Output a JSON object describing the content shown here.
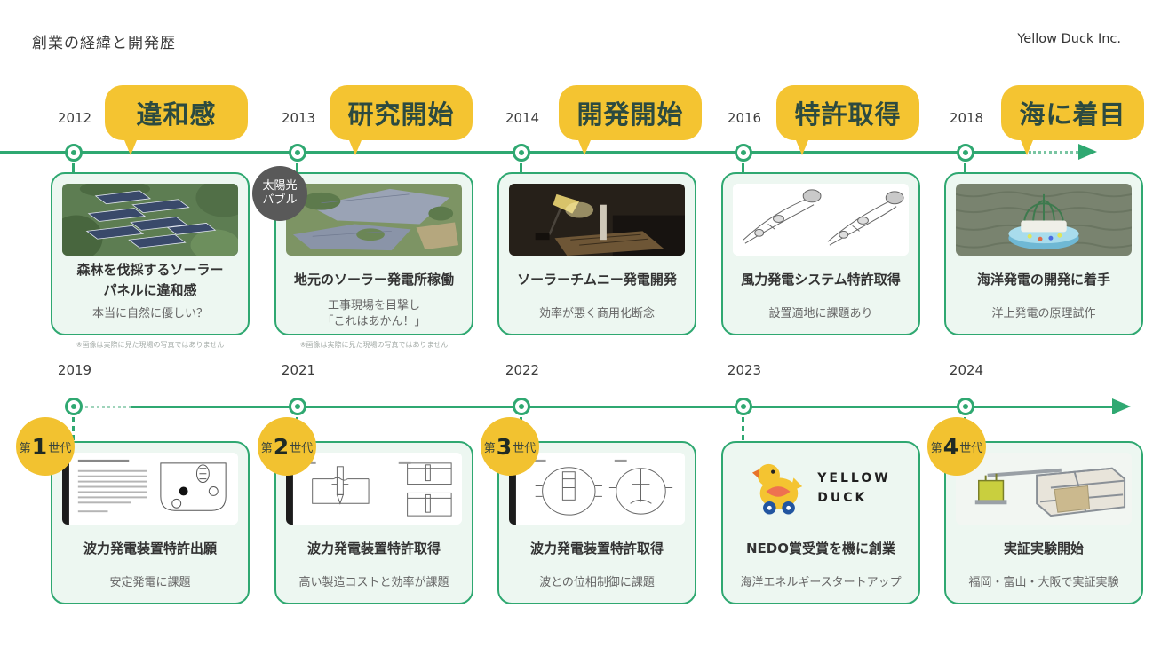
{
  "slide": {
    "title": "創業の経緯と開発歴",
    "company": "Yellow Duck Inc."
  },
  "colors": {
    "accent_green": "#2fa871",
    "card_mint": "#edf7f1",
    "bubble_yellow": "#f4c431",
    "bubble_text": "#2c4a40",
    "badge_gray": "#595959",
    "title_text": "#333333",
    "subtitle_text": "#666666"
  },
  "top_row": {
    "events": [
      {
        "year": "2012",
        "bubble": "違和感",
        "image": "forest-solar-photo",
        "title": "森林を伐採するソーラー\nパネルに違和感",
        "subtitle": "本当に自然に優しい？",
        "note": "※画像は実際に見た現場の写真ではありません"
      },
      {
        "year": "2013",
        "bubble": "研究開始",
        "image": "aerial-solar-photo",
        "badge_line1": "太陽光",
        "badge_line2": "バブル",
        "title": "地元のソーラー発電所稼働",
        "subtitle": "工事現場を目撃し\n「これはあかん！」",
        "note": "※画像は実際に見た現場の写真ではありません"
      },
      {
        "year": "2014",
        "bubble": "開発開始",
        "image": "solar-chimney-photo",
        "title": "ソーラーチムニー発電開発",
        "subtitle": "効率が悪く商用化断念"
      },
      {
        "year": "2016",
        "bubble": "特許取得",
        "image": "wind-patent-drawing",
        "title": "風力発電システム特許取得",
        "subtitle": "設置適地に課題あり"
      },
      {
        "year": "2018",
        "bubble": "海に着目",
        "image": "floating-prototype-photo",
        "title": "海洋発電の開発に着手",
        "subtitle": "洋上発電の原理試作"
      }
    ]
  },
  "bottom_row": {
    "events": [
      {
        "year": "2019",
        "gen": {
          "prefix": "第",
          "number": "1",
          "suffix": "世代"
        },
        "image": "patent-document-drawing",
        "title": "波力発電装置特許出願",
        "subtitle": "安定発電に課題"
      },
      {
        "year": "2021",
        "gen": {
          "prefix": "第",
          "number": "2",
          "suffix": "世代"
        },
        "image": "patent-tank-drawing",
        "title": "波力発電装置特許取得",
        "subtitle": "高い製造コストと効率が課題"
      },
      {
        "year": "2022",
        "gen": {
          "prefix": "第",
          "number": "3",
          "suffix": "世代"
        },
        "image": "patent-egg-drawing",
        "title": "波力発電装置特許取得",
        "subtitle": "波との位相制御に課題"
      },
      {
        "year": "2023",
        "logo_line1": "YELLOW",
        "logo_line2": "DUCK",
        "image": "yellow-duck-logo",
        "title": "NEDO賞受賞を機に創業",
        "subtitle": "海洋エネルギースタートアップ"
      },
      {
        "year": "2024",
        "gen": {
          "prefix": "第",
          "number": "4",
          "suffix": "世代"
        },
        "image": "cad-test-rig-render",
        "title": "実証実験開始",
        "subtitle": "福岡・富山・大阪で実証実験"
      }
    ]
  }
}
